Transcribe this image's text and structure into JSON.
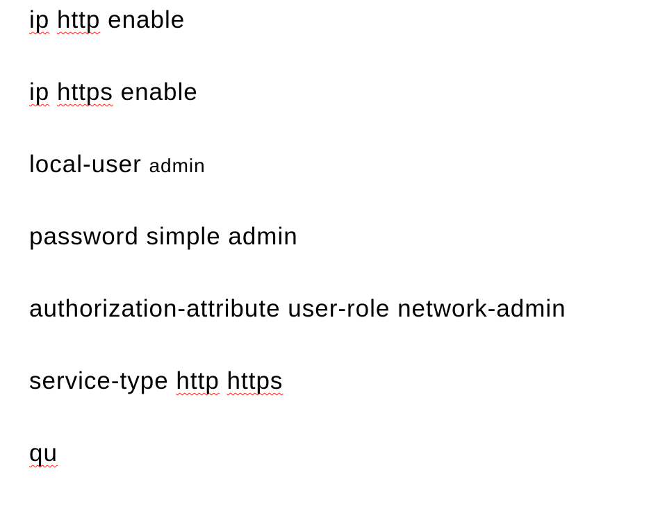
{
  "document": {
    "background_color": "#ffffff",
    "text_color": "#000000",
    "spellcheck_underline_color": "#ff2116",
    "lines": [
      {
        "segments": [
          {
            "text": "ip",
            "misspelled": true
          },
          {
            "text": " "
          },
          {
            "text": "http",
            "misspelled": true
          },
          {
            "text": " enable"
          }
        ]
      },
      {
        "segments": [
          {
            "text": "ip",
            "misspelled": true
          },
          {
            "text": " "
          },
          {
            "text": "https",
            "misspelled": true
          },
          {
            "text": " enable"
          }
        ]
      },
      {
        "segments": [
          {
            "text": "local-user "
          },
          {
            "text": "admin",
            "small": true
          }
        ]
      },
      {
        "segments": [
          {
            "text": "password simple admin"
          }
        ]
      },
      {
        "segments": [
          {
            "text": "authorization-attribute user-role network-admin"
          }
        ]
      },
      {
        "segments": [
          {
            "text": "service-type "
          },
          {
            "text": "http",
            "misspelled": true
          },
          {
            "text": " "
          },
          {
            "text": "https",
            "misspelled": true
          }
        ]
      },
      {
        "segments": [
          {
            "text": "qu",
            "misspelled": true
          }
        ]
      }
    ]
  }
}
